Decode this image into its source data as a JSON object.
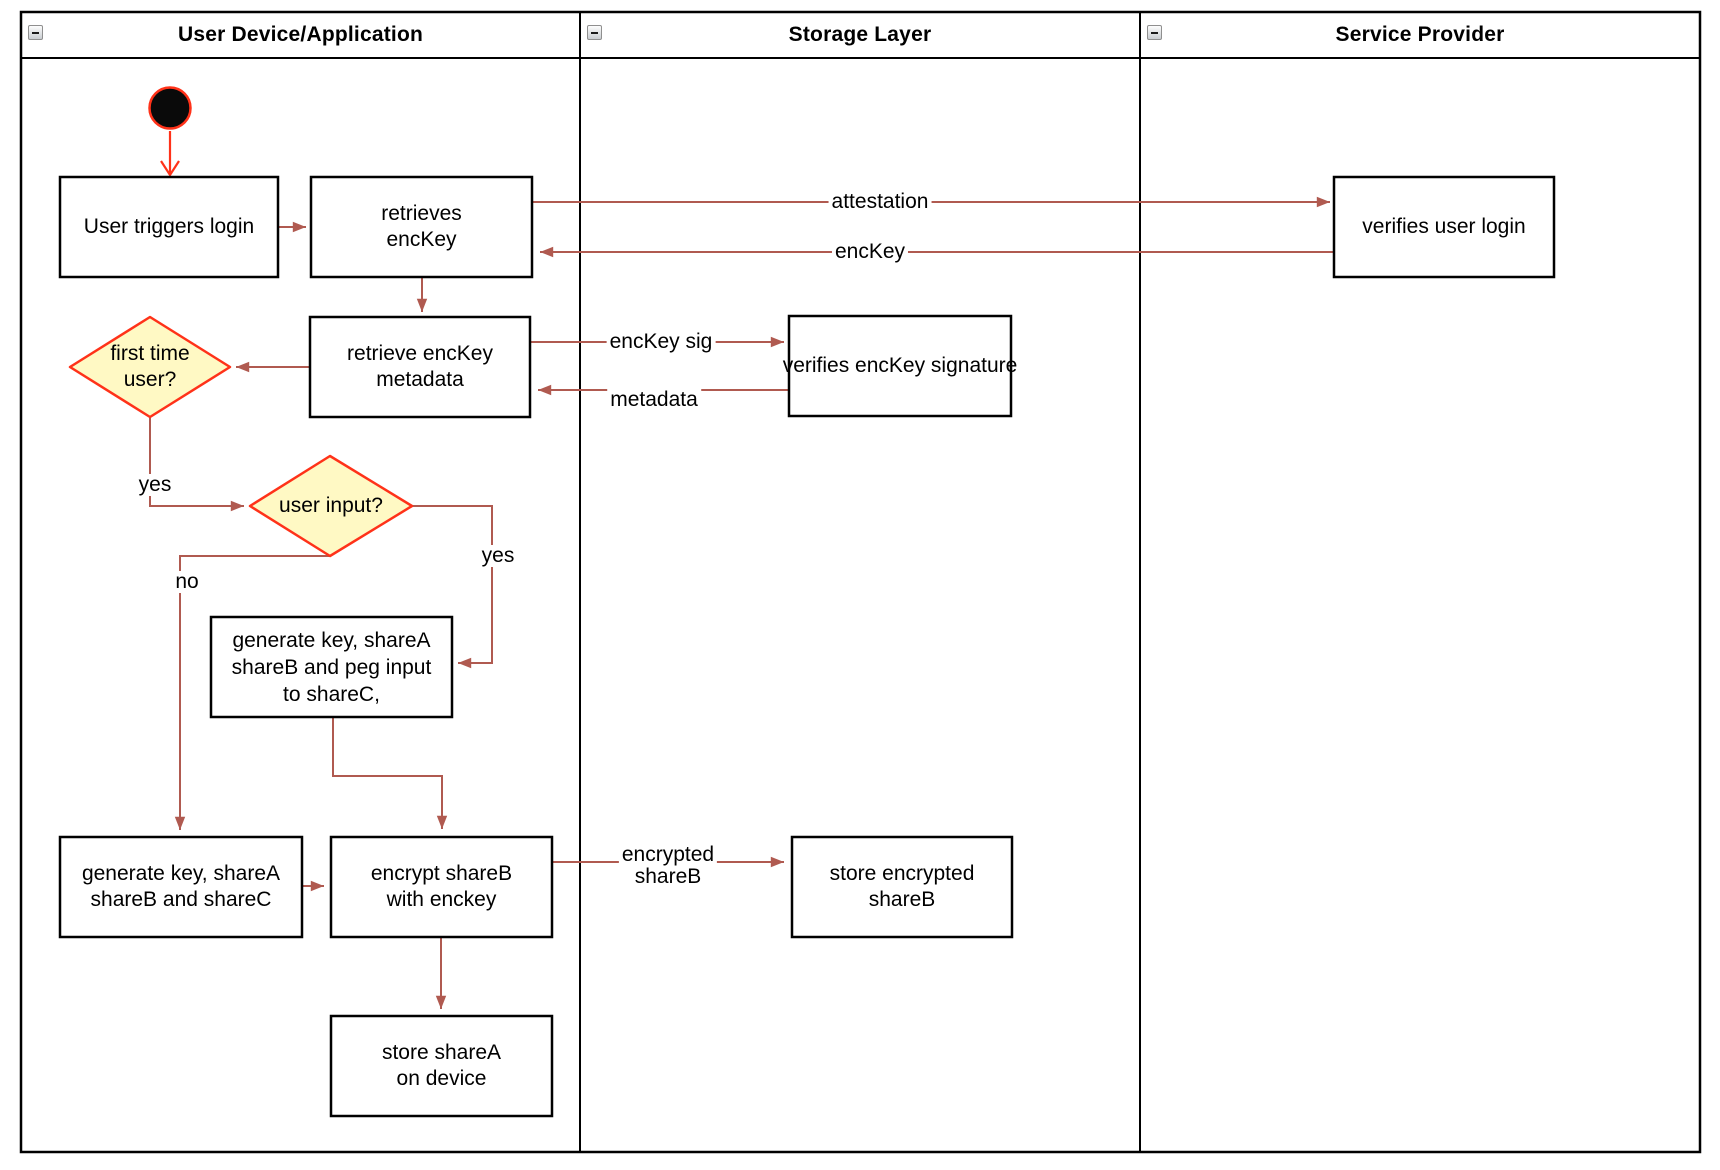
{
  "diagram_title": "Key share provisioning swimlane flowchart",
  "lanes": [
    {
      "title": "User Device/Application"
    },
    {
      "title": "Storage Layer"
    },
    {
      "title": "Service Provider"
    }
  ],
  "nodes": {
    "start": {
      "type": "initial-state"
    },
    "user_triggers_login": [
      "User triggers login"
    ],
    "retrieves_enckey": [
      "retrieves",
      "encKey"
    ],
    "retrieve_enckey_metadata": [
      "retrieve encKey",
      "metadata"
    ],
    "first_time_user": [
      "first time",
      "user?"
    ],
    "user_input": [
      "user input?"
    ],
    "generate_peg": [
      "generate key, shareA",
      "shareB and peg input",
      "to shareC,"
    ],
    "generate_shares": [
      "generate key, shareA",
      "shareB and shareC"
    ],
    "encrypt_shareb": [
      "encrypt shareB",
      "with enckey"
    ],
    "store_sharea": [
      "store shareA",
      "on device"
    ],
    "verifies_enckey_signature": [
      "verifies encKey signature"
    ],
    "store_encrypted_shareb": [
      "store encrypted",
      "shareB"
    ],
    "verifies_user_login": [
      "verifies user login"
    ]
  },
  "edge_labels": {
    "attestation": "attestation",
    "enckey": "encKey",
    "enckey_sig": "encKey sig",
    "metadata": "metadata",
    "yes_first_time": "yes",
    "yes_user_input": "yes",
    "no_user_input": "no",
    "encrypted_shareb": [
      "encrypted",
      "shareB"
    ]
  },
  "colors": {
    "flow_arrow": "#B05A50",
    "highlight_red": "#FF3219",
    "decision_fill": "#FFF9C4",
    "node_border": "#000000",
    "node_fill": "#FFFFFF",
    "start_fill": "#0A0A0A",
    "collapse_button_border": "#8F8F8F"
  }
}
